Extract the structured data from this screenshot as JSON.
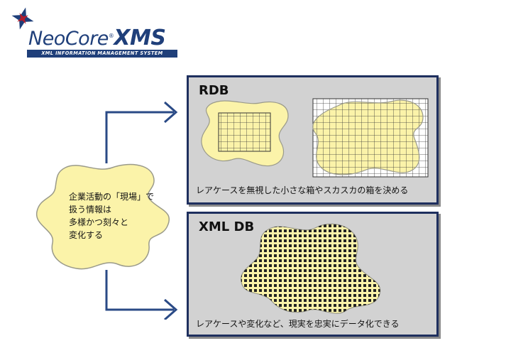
{
  "logo": {
    "name": "NeoCore",
    "product": "XMS",
    "tagline": "XML INFORMATION MANAGEMENT SYSTEM"
  },
  "source_blob": {
    "lines": [
      "企業活動の「現場」で",
      "扱う情報は",
      "多様かつ刻々と",
      "変化する"
    ]
  },
  "rdb_panel": {
    "title": "RDB",
    "caption": "レアケースを無視した小さな箱やスカスカの箱を決める"
  },
  "xml_panel": {
    "title": "XML DB",
    "caption": "レアケースや変化など、現実を忠実にデータ化できる"
  },
  "colors": {
    "blob_fill": "#fbf3a9",
    "panel_bg": "#d2d2d2",
    "panel_border": "#1e2f5e",
    "arrow": "#2a4a86",
    "logo_blue": "#1f3f7a"
  }
}
